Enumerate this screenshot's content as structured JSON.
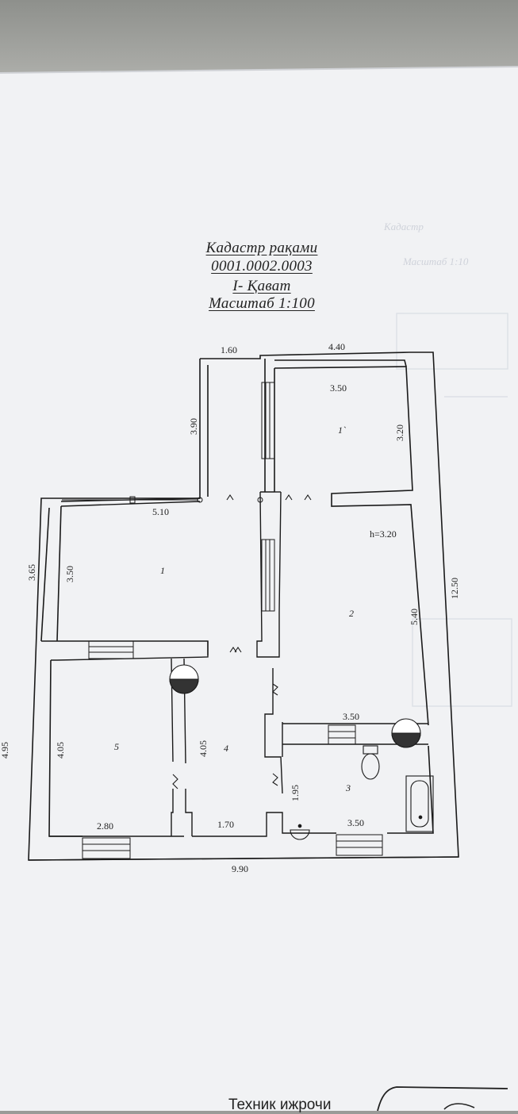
{
  "header": {
    "cadastre_label": "Кадастр рақами",
    "cadastre_number": "0001.0002.0003",
    "floor": "I- Қават",
    "scale": "Масштаб 1:100"
  },
  "dimensions": {
    "top_left_width": "1.60",
    "top_right_width": "4.40",
    "left_wing_height": "3.90",
    "room1b_width": "3.50",
    "room1b_height": "3.20",
    "room1_width": "5.10",
    "outer_left_upper": "3.65",
    "room1_height": "3.50",
    "ceiling_height": "h=3.20",
    "room2_height": "5.40",
    "total_height": "12.50",
    "outer_left_lower": "4.95",
    "room5_height": "4.05",
    "room4_height": "4.05",
    "room2_width": "3.50",
    "room3_height": "1.95",
    "room5_width": "2.80",
    "room4_width": "1.70",
    "room3_width": "3.50",
    "total_width": "9.90"
  },
  "rooms": {
    "room_1": "1",
    "room_1b": "1`",
    "room_2": "2",
    "room_3": "3",
    "room_4": "4",
    "room_5": "5"
  },
  "footer": {
    "text": "Техник ижрочи"
  }
}
